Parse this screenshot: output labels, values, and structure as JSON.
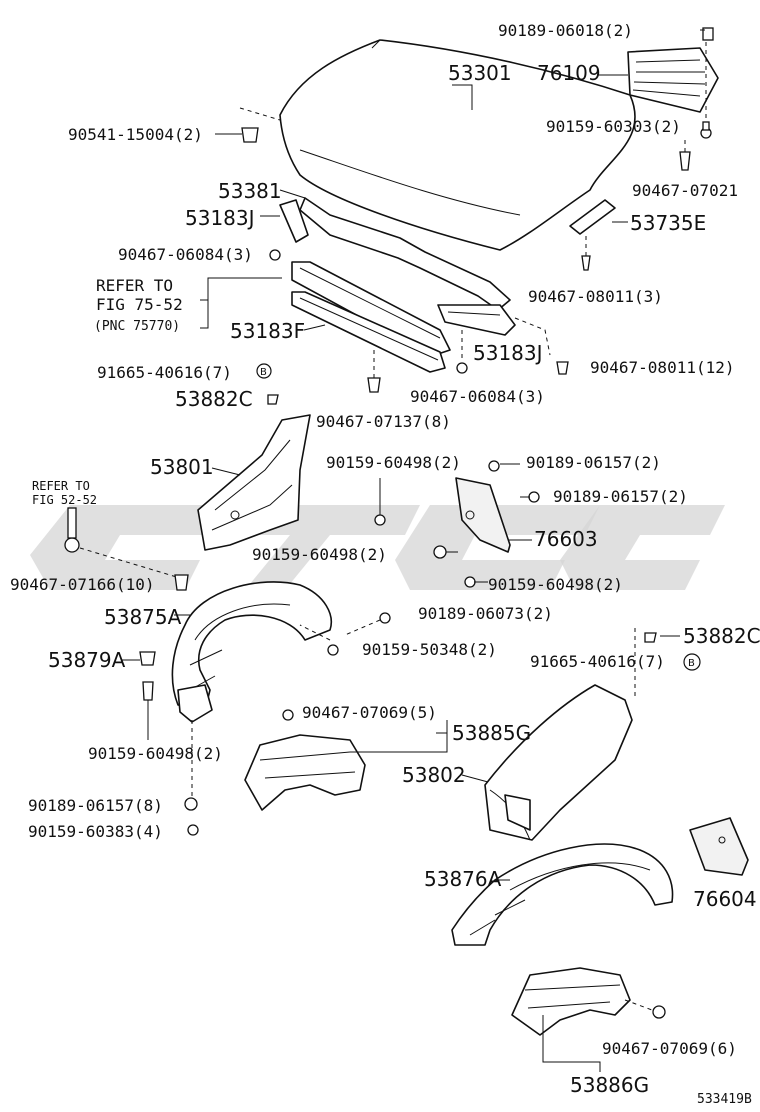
{
  "diagram": {
    "labels": {
      "p90189_06018": "90189-06018(2)",
      "p53301": "53301",
      "p76109": "76109",
      "p90541_15004": "90541-15004(2)",
      "p90159_60303": "90159-60303(2)",
      "p90467_07021": "90467-07021",
      "p53381": "53381",
      "p53183J_top": "53183J",
      "p53735E": "53735E",
      "p90467_06084_a": "90467-06084(3)",
      "refer_1": "REFER TO",
      "refer_2": "FIG 75-52",
      "refer_3": "(PNC 75770)",
      "p90467_08011_3": "90467-08011(3)",
      "p53183F": "53183F",
      "p53183J_bot": "53183J",
      "p91665_40616_a": "91665-40616(7)",
      "p90467_08011_12": "90467-08011(12)",
      "p53882C_a": "53882C",
      "p90467_06084_b": "90467-06084(3)",
      "p90467_07137": "90467-07137(8)",
      "p53801": "53801",
      "p90159_60498_a": "90159-60498(2)",
      "p90189_06157_a": "90189-06157(2)",
      "refer52_1": "REFER TO",
      "refer52_2": "FIG 52-52",
      "p90189_06157_b": "90189-06157(2)",
      "p90159_60498_b": "90159-60498(2)",
      "p76603": "76603",
      "p90467_07166": "90467-07166(10)",
      "p90159_60498_c": "90159-60498(2)",
      "p53875A": "53875A",
      "p90189_06073": "90189-06073(2)",
      "p90159_50348": "90159-50348(2)",
      "p53882C_b": "53882C",
      "p53879A": "53879A",
      "p91665_40616_b": "91665-40616(7)",
      "p90467_07069_5": "90467-07069(5)",
      "p53885G": "53885G",
      "p90159_60498_d": "90159-60498(2)",
      "p53802": "53802",
      "p90189_06157_8": "90189-06157(8)",
      "p90159_60383": "90159-60383(4)",
      "p53876A": "53876A",
      "p76604": "76604",
      "p90467_07069_6": "90467-07069(6)",
      "p53886G": "53886G",
      "figure_id": "533419B"
    },
    "badge": "B"
  }
}
